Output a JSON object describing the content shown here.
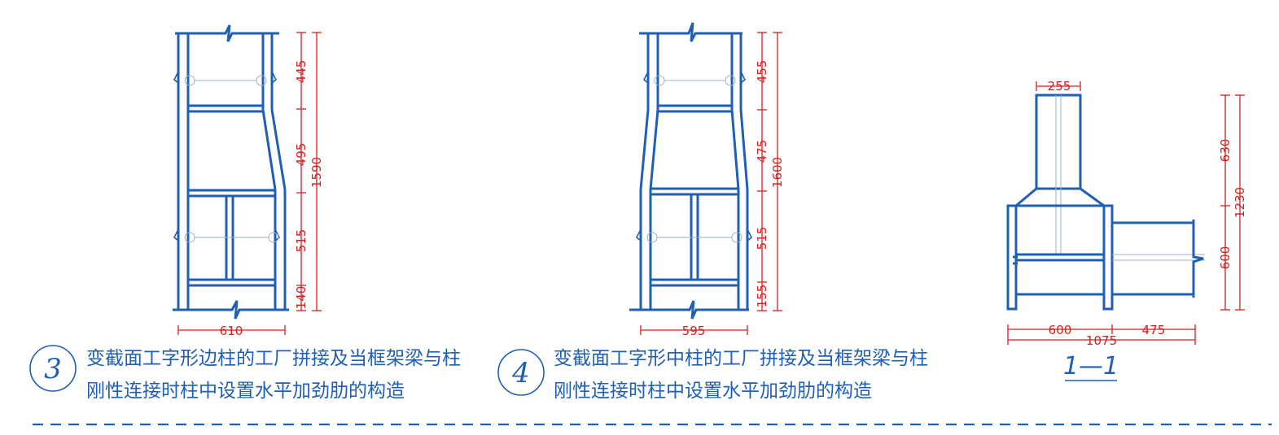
{
  "detail3": {
    "number": "3",
    "caption_line1": "变截面工字形边柱的工厂拼接及当框架梁与柱",
    "caption_line2": "刚性连接时柱中设置水平加劲肋的构造",
    "dims": {
      "top": "445",
      "mid": "495",
      "lower": "515",
      "bottom": "140",
      "total": "1590",
      "width": "610"
    }
  },
  "detail4": {
    "number": "4",
    "caption_line1": "变截面工字形中柱的工厂拼接及当框架梁与柱",
    "caption_line2": "刚性连接时柱中设置水平加劲肋的构造",
    "dims": {
      "top": "455",
      "mid": "475",
      "lower": "515",
      "bottom": "155",
      "total": "1600",
      "width": "595"
    }
  },
  "section11": {
    "label": "1—1",
    "dims": {
      "top_width": "255",
      "left_width": "600",
      "right_width": "475",
      "total_width": "1075",
      "upper_height": "630",
      "lower_height": "600",
      "total_height": "1230"
    }
  },
  "colors": {
    "line": "#1f5fb4",
    "dimension": "#d42020"
  }
}
